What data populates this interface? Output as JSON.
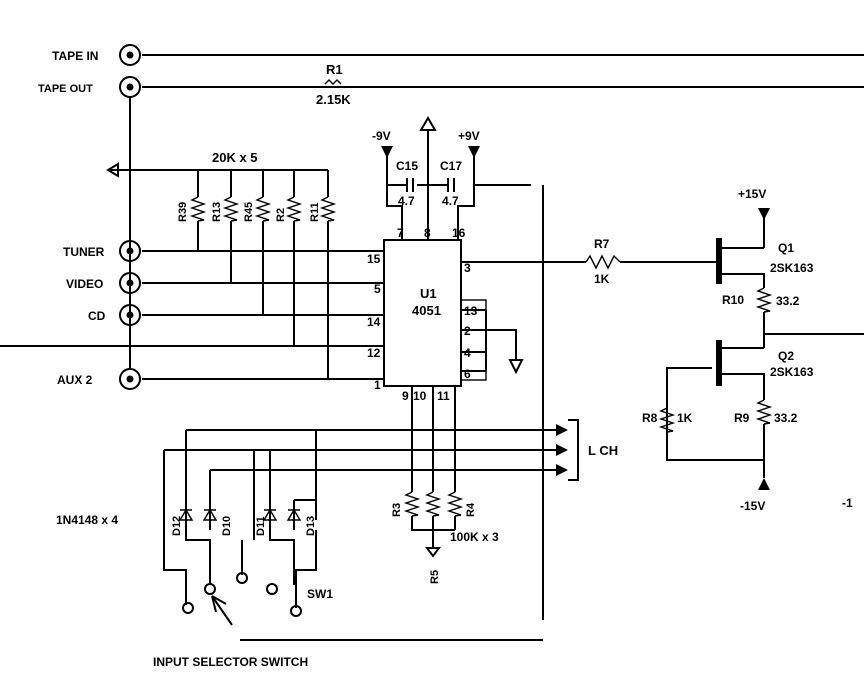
{
  "connectors": {
    "tape_in": "TAPE IN",
    "tape_out": "TAPE OUT",
    "tuner": "TUNER",
    "video": "VIDEO",
    "cd": "CD",
    "aux2": "AUX 2"
  },
  "resistors": {
    "r1": {
      "name": "R1",
      "value": "2.15K"
    },
    "network_value": "20K x 5",
    "r39": "R39",
    "r13": "R13",
    "r45": "R45",
    "r2": "R2",
    "r11": "R11",
    "r7": {
      "name": "R7",
      "value": "1K"
    },
    "r10": {
      "name": "R10",
      "value": "33.2"
    },
    "r8": {
      "name": "R8",
      "value": "1K"
    },
    "r9": {
      "name": "R9",
      "value": "33.2"
    },
    "r3": "R3",
    "r4": "R4",
    "r5": "R5",
    "pulldown_value": "100K x 3"
  },
  "capacitors": {
    "c15": {
      "name": "C15",
      "value": "4.7"
    },
    "c17": {
      "name": "C17",
      "value": "4.7"
    }
  },
  "supplies": {
    "neg9": "-9V",
    "pos9": "+9V",
    "pos15": "+15V",
    "neg15": "-15V",
    "neg15_edge": "-1"
  },
  "ic": {
    "name": "U1",
    "part": "4051",
    "pins": {
      "p15": "15",
      "p5": "5",
      "p14": "14",
      "p12": "12",
      "p1": "1",
      "p7": "7",
      "p8": "8",
      "p16": "16",
      "p3": "3",
      "p13": "13",
      "p2": "2",
      "p4": "4",
      "p6": "6",
      "p9": "9",
      "p10": "10",
      "p11": "11"
    }
  },
  "transistors": {
    "q1": {
      "name": "Q1",
      "part": "2SK163"
    },
    "q2": {
      "name": "Q2",
      "part": "2SK163"
    }
  },
  "diodes": {
    "group_label": "1N4148 x 4",
    "d12": "D12",
    "d10": "D10",
    "d11": "D11",
    "d13": "D13"
  },
  "switch": {
    "name": "SW1",
    "caption": "INPUT SELECTOR SWITCH"
  },
  "channel_label": "L CH"
}
